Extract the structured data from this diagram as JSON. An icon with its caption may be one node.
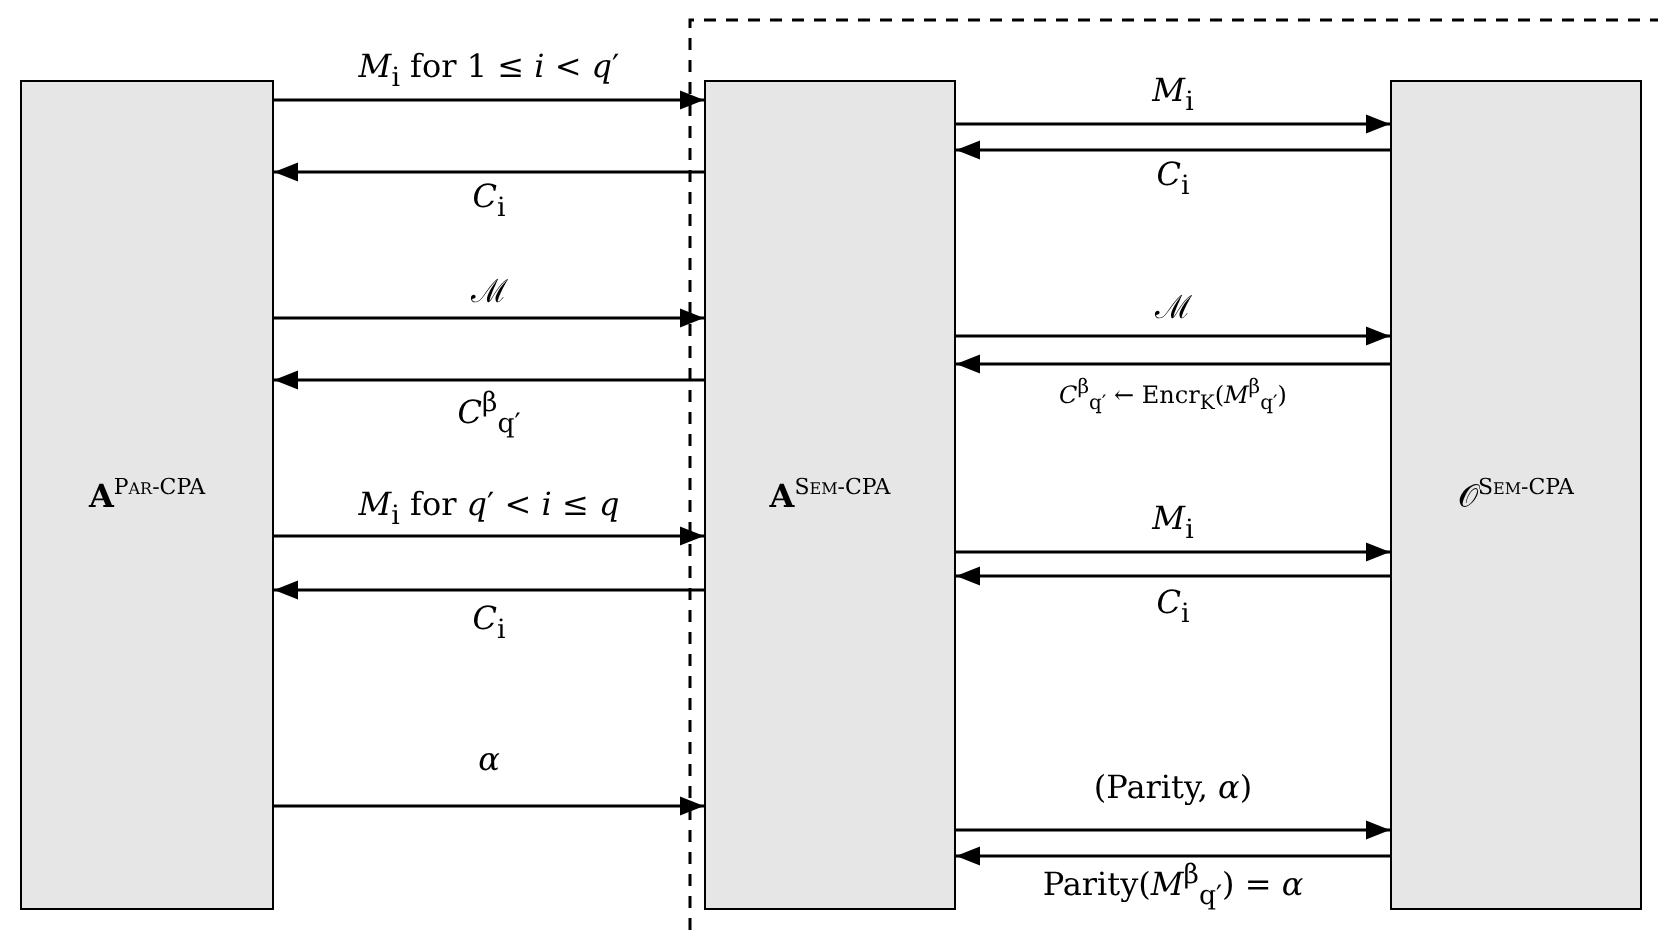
{
  "diagram": {
    "nodes": [
      {
        "text": [
          "**A**$^{Par-CPA}$"
        ]
      },
      {
        "text": [
          "**A**$^{Sem-CPA}$"
        ]
      },
      {
        "text": [
          "𝒪$^{Sem-CPA}$"
        ]
      }
    ],
    "edges": [
      {
        "from": 0,
        "to": 1,
        "arrow": "to",
        "label": "*M*$_{i}$ for 1 ≤ *i* < *q*′"
      },
      {
        "from": 1,
        "to": 0,
        "arrow": "to",
        "label": "*C*$_{i}$"
      },
      {
        "from": 1,
        "to": 2,
        "arrow": "to",
        "label": "*M*$_{i}$"
      },
      {
        "from": 2,
        "to": 1,
        "arrow": "to",
        "label": "*C*$_{i}$"
      },
      {
        "from": 0,
        "to": 1,
        "arrow": "to",
        "label": "ℳ"
      },
      {
        "from": 1,
        "to": 0,
        "arrow": "to",
        "label": "*C*$^{β}$$_{q′}$"
      },
      {
        "from": 1,
        "to": 2,
        "arrow": "to",
        "label": "ℳ"
      },
      {
        "from": 2,
        "to": 1,
        "arrow": "to",
        "label": "*C*$^{β}$$_{q′}$ ← Encr$_{K}$(*M*$^{β}$$_{q′}$)"
      },
      {
        "from": 0,
        "to": 1,
        "arrow": "to",
        "label": "*M*$_{i}$ for *q*′ < *i* ≤ *q*"
      },
      {
        "from": 1,
        "to": 0,
        "arrow": "to",
        "label": "*C*$_{i}$"
      },
      {
        "from": 1,
        "to": 2,
        "arrow": "to",
        "label": "*M*$_{i}$"
      },
      {
        "from": 2,
        "to": 1,
        "arrow": "to",
        "label": "*C*$_{i}$"
      },
      {
        "from": 0,
        "to": 1,
        "arrow": "to",
        "label": "*α*"
      },
      {
        "from": 1,
        "to": 2,
        "arrow": "to",
        "label": "(Parity, *α*)"
      },
      {
        "from": 2,
        "to": 1,
        "arrow": "to",
        "label": "Parity(*M*$^{β}$$_{q′}$) = *α*"
      }
    ]
  }
}
